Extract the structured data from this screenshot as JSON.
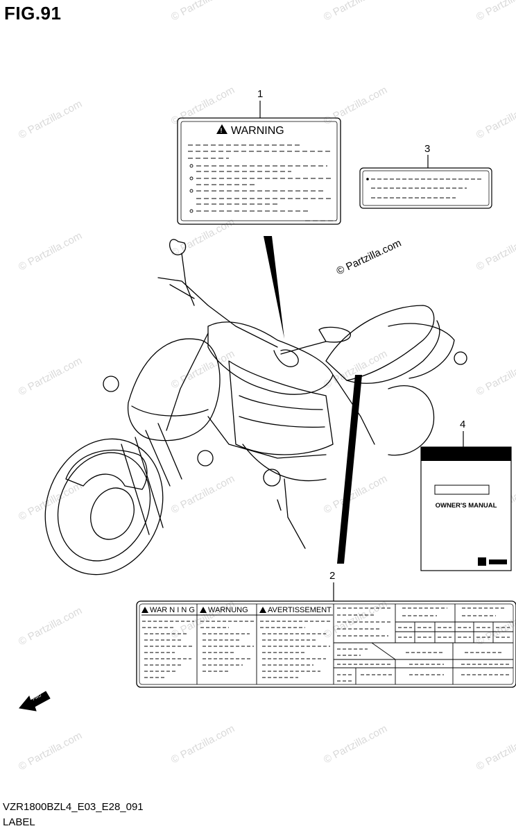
{
  "figure": {
    "title": "FIG.91",
    "code": "VZR1800BZL4_E03_E28_091",
    "name": "LABEL"
  },
  "watermark": {
    "text": "© Partzilla.com",
    "color": "#d9d9d9"
  },
  "callouts": [
    {
      "number": "1"
    },
    {
      "number": "2"
    },
    {
      "number": "3"
    },
    {
      "number": "4"
    }
  ],
  "label1": {
    "heading": "WARNING"
  },
  "label2": {
    "headings": [
      "WAR N I N G",
      "WARNUNG",
      "AVERTISSEMENT"
    ]
  },
  "label4": {
    "title": "OWNER'S MANUAL"
  },
  "fwd": {
    "text": "FWD"
  }
}
